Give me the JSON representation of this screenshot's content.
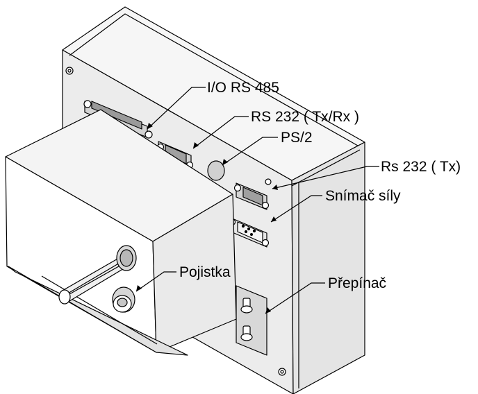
{
  "labels": {
    "io_rs485": "I/O RS 485",
    "rs232_txrx": "RS 232 ( Tx/Rx )",
    "ps2": "PS/2",
    "rs232_tx": "Rs 232 ( Tx)",
    "force_sensor": "Snímač síly",
    "fuse": "Pojistka",
    "switch": "Přepínač"
  }
}
